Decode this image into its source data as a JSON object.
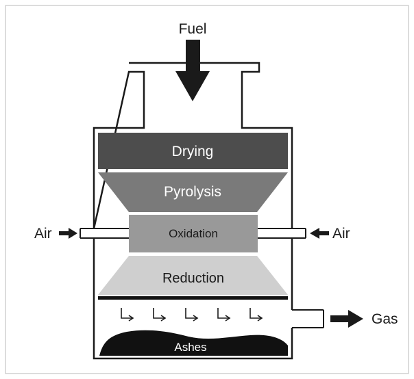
{
  "labels": {
    "fuel": "Fuel",
    "drying": "Drying",
    "pyrolysis": "Pyrolysis",
    "oxidation": "Oxidation",
    "reduction": "Reduction",
    "ashes": "Ashes",
    "air_left": "Air",
    "air_right": "Air",
    "gas": "Gas"
  },
  "colors": {
    "outline": "#1a1a1a",
    "drying_fill": "#4d4d4d",
    "pyrolysis_fill": "#7a7a7a",
    "oxidation_fill": "#999999",
    "reduction_fill": "#cfcfcf",
    "ash_fill": "#111111",
    "arrow_fill": "#1a1a1a",
    "light_text": "#ffffff",
    "dark_text": "#1a1a1a"
  }
}
